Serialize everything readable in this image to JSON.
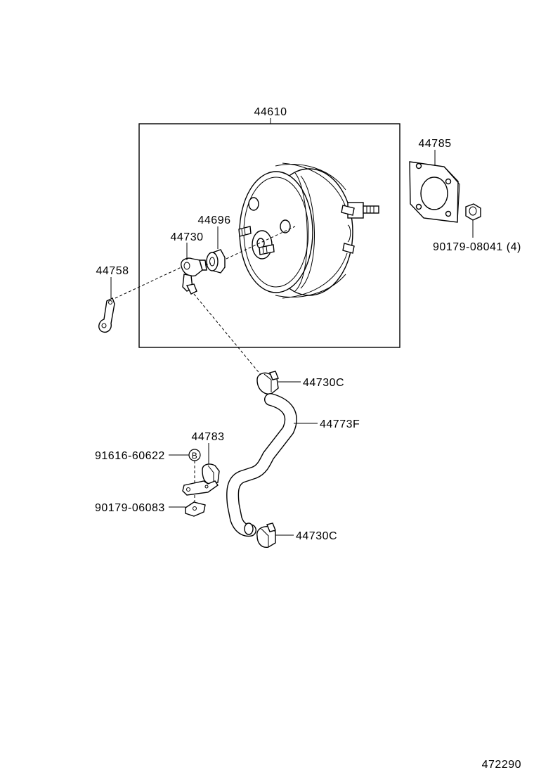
{
  "labels": {
    "booster_assembly": "44610",
    "gasket_plate": "44785",
    "nut": "90179-08041 (4)",
    "grommet": "44696",
    "check_valve": "44730",
    "lever": "44758",
    "clip_upper": "44730C",
    "vacuum_hose": "44773F",
    "bracket": "44783",
    "bolt_marker": "B",
    "bolt": "91616-60622",
    "bracket_nut": "90179-06083",
    "clip_lower": "44730C",
    "diagram_number": "472290"
  }
}
